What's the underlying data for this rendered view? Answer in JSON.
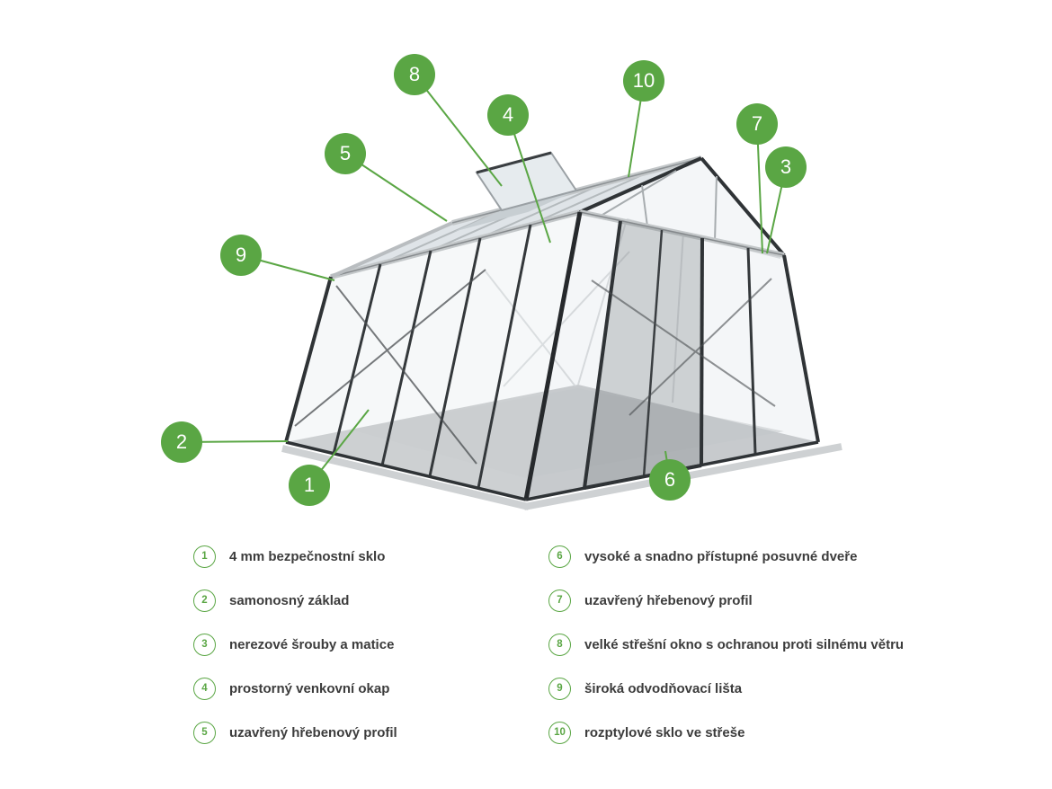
{
  "colors": {
    "accent_green": "#5aa644",
    "text_dark": "#3c3c3c",
    "frame_dark": "#2f3336",
    "aluminum": "#c3c7c9"
  },
  "illustration": {
    "icon": "greenhouse-3d-illustration"
  },
  "callouts": [
    {
      "number": "8"
    },
    {
      "number": "4"
    },
    {
      "number": "10"
    },
    {
      "number": "5"
    },
    {
      "number": "7"
    },
    {
      "number": "3"
    },
    {
      "number": "9"
    },
    {
      "number": "2"
    },
    {
      "number": "1"
    },
    {
      "number": "6"
    }
  ],
  "legend": {
    "left": [
      {
        "num": "1",
        "text": "4 mm bezpečnostní sklo"
      },
      {
        "num": "2",
        "text": "samonosný základ"
      },
      {
        "num": "3",
        "text": "nerezové šrouby a matice"
      },
      {
        "num": "4",
        "text": "prostorný venkovní okap"
      },
      {
        "num": "5",
        "text": "uzavřený hřebenový profil"
      }
    ],
    "right": [
      {
        "num": "6",
        "text": "vysoké a snadno přístupné posuvné dveře"
      },
      {
        "num": "7",
        "text": "uzavřený hřebenový profil"
      },
      {
        "num": "8",
        "text": "velké střešní okno s ochranou proti silnému větru"
      },
      {
        "num": "9",
        "text": "široká odvodňovací lišta"
      },
      {
        "num": "10",
        "text": "rozptylové sklo ve střeše"
      }
    ]
  }
}
